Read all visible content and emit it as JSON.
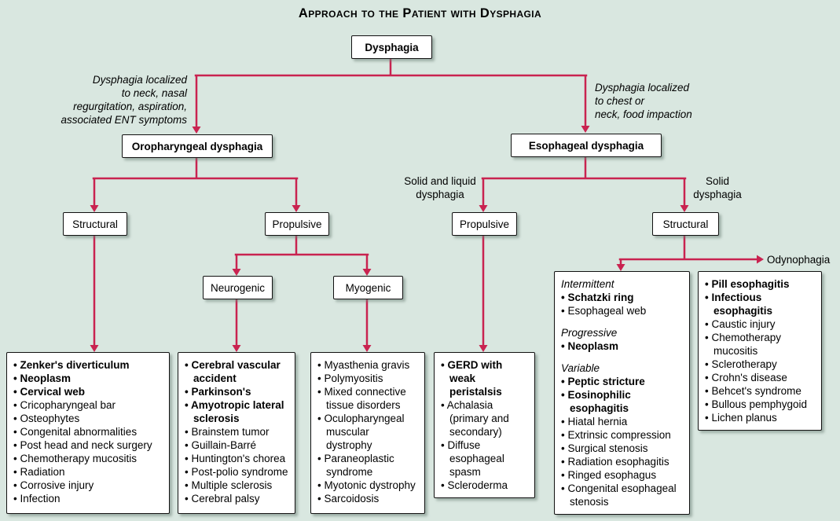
{
  "title": "Approach to the Patient with Dysphagia",
  "colors": {
    "background": "#d9e7e0",
    "box_fill": "#ffffff",
    "box_border": "#111111",
    "arrow": "#c92350"
  },
  "nodes": {
    "dysphagia": "Dysphagia",
    "oropharyngeal": "Oropharyngeal dysphagia",
    "esophageal": "Esophageal dysphagia",
    "oro_structural": "Structural",
    "oro_propulsive": "Propulsive",
    "eso_propulsive": "Propulsive",
    "eso_structural": "Structural",
    "neurogenic": "Neurogenic",
    "myogenic": "Myogenic"
  },
  "labels": {
    "oro_branch": "Dysphagia localized\nto neck, nasal\nregurgitation, aspiration,\nassociated ENT symptoms",
    "eso_branch": "Dysphagia localized\nto chest or\nneck, food impaction",
    "solid_liquid": "Solid and liquid\ndysphagia",
    "solid": "Solid\ndysphagia",
    "odynophagia": "Odynophagia"
  },
  "lists": {
    "oro_structural": {
      "items": [
        {
          "text": "Zenker's diverticulum",
          "bold": true
        },
        {
          "text": "Neoplasm",
          "bold": true
        },
        {
          "text": "Cervical web",
          "bold": true
        },
        {
          "text": "Cricopharyngeal bar"
        },
        {
          "text": "Osteophytes"
        },
        {
          "text": "Congenital abnormalities"
        },
        {
          "text": "Post head and neck surgery"
        },
        {
          "text": "Chemotherapy mucositis"
        },
        {
          "text": "Radiation"
        },
        {
          "text": "Corrosive injury"
        },
        {
          "text": "Infection"
        }
      ]
    },
    "neurogenic": {
      "items": [
        {
          "text": "Cerebral vascular accident",
          "bold": true
        },
        {
          "text": "Parkinson's",
          "bold": true
        },
        {
          "text": "Amyotropic lateral sclerosis",
          "bold": true
        },
        {
          "text": "Brainstem tumor"
        },
        {
          "text": "Guillain-Barré"
        },
        {
          "text": "Huntington's chorea"
        },
        {
          "text": "Post-polio syndrome"
        },
        {
          "text": "Multiple sclerosis"
        },
        {
          "text": "Cerebral palsy"
        }
      ]
    },
    "myogenic": {
      "items": [
        {
          "text": "Myasthenia gravis"
        },
        {
          "text": "Polymyositis"
        },
        {
          "text": "Mixed connective tissue disorders"
        },
        {
          "text": "Oculopharyngeal muscular dystrophy"
        },
        {
          "text": "Paraneoplastic syndrome"
        },
        {
          "text": "Myotonic dystrophy"
        },
        {
          "text": "Sarcoidosis"
        }
      ]
    },
    "eso_propulsive": {
      "items": [
        {
          "text": "GERD with weak peristalsis",
          "bold": true
        },
        {
          "text": "Achalasia (primary and secondary)"
        },
        {
          "text": "Diffuse esophageal spasm"
        },
        {
          "text": "Scleroderma"
        }
      ]
    },
    "eso_structural": {
      "items": [
        {
          "text": "Intermittent",
          "heading": true
        },
        {
          "text": "Schatzki ring",
          "bold": true
        },
        {
          "text": "Esophageal web"
        },
        {
          "text": "Progressive",
          "heading": true
        },
        {
          "text": "Neoplasm",
          "bold": true
        },
        {
          "text": "Variable",
          "heading": true
        },
        {
          "text": "Peptic stricture",
          "bold": true
        },
        {
          "text": "Eosinophilic esophagitis",
          "bold": true
        },
        {
          "text": "Hiatal hernia"
        },
        {
          "text": "Extrinsic compression"
        },
        {
          "text": "Surgical stenosis"
        },
        {
          "text": "Radiation esophagitis"
        },
        {
          "text": "Ringed esophagus"
        },
        {
          "text": "Congenital esophageal stenosis"
        }
      ]
    },
    "odynophagia": {
      "items": [
        {
          "text": "Pill esophagitis",
          "bold": true
        },
        {
          "text": "Infectious esophagitis",
          "bold": true
        },
        {
          "text": "Caustic injury"
        },
        {
          "text": "Chemotherapy mucositis"
        },
        {
          "text": "Sclerotherapy"
        },
        {
          "text": "Crohn's disease"
        },
        {
          "text": "Behcet's syndrome"
        },
        {
          "text": "Bullous pemphygoid"
        },
        {
          "text": "Lichen planus"
        }
      ]
    }
  }
}
